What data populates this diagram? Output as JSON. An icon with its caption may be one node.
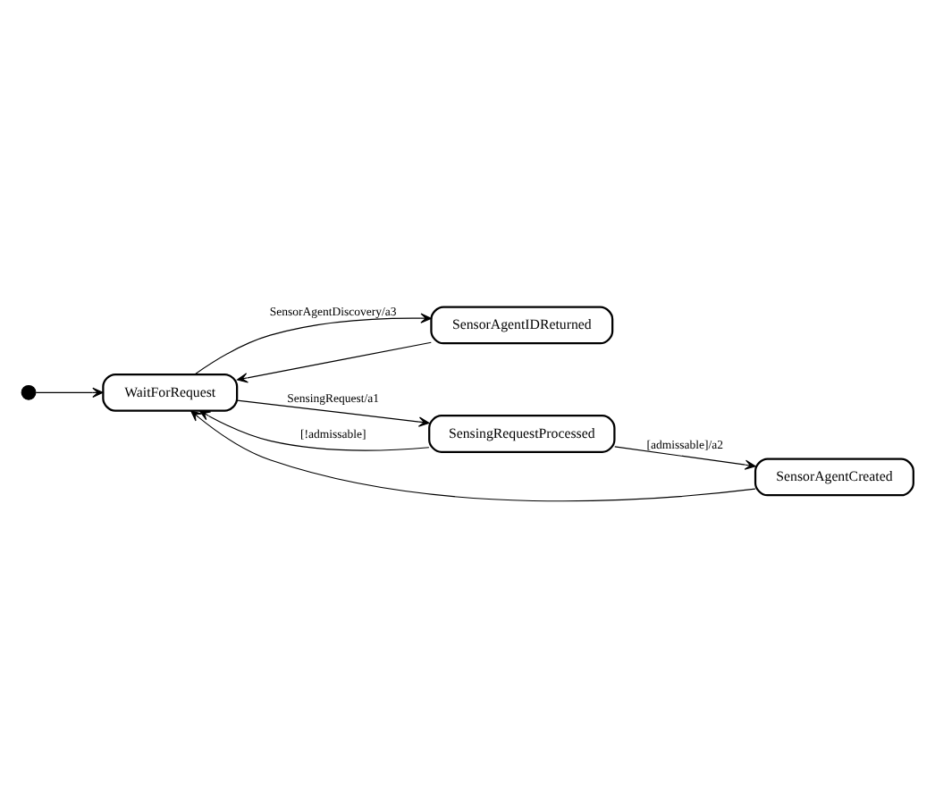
{
  "diagram": {
    "nodes": [
      {
        "text": [],
        "shape": "circle"
      },
      {
        "text": [
          "WaitForRequest"
        ]
      },
      {
        "text": [
          "SensorAgentIDReturned"
        ]
      },
      {
        "text": [
          "SensingRequestProcessed"
        ]
      },
      {
        "text": [
          "SensorAgentCreated"
        ]
      }
    ],
    "edges": [
      {
        "from": 0,
        "to": 1,
        "arrow": "to"
      },
      {
        "from": 1,
        "to": 2,
        "arrow": "to",
        "label": "SensorAgentDiscovery/a3"
      },
      {
        "from": 2,
        "to": 1,
        "arrow": "to"
      },
      {
        "from": 1,
        "to": 3,
        "arrow": "to",
        "label": "SensingRequest/a1"
      },
      {
        "from": 3,
        "to": 1,
        "arrow": "to",
        "label": "[!admissable]"
      },
      {
        "from": 3,
        "to": 4,
        "arrow": "to",
        "label": "[admissable]/a2"
      },
      {
        "from": 4,
        "to": 1,
        "arrow": "to"
      }
    ]
  }
}
